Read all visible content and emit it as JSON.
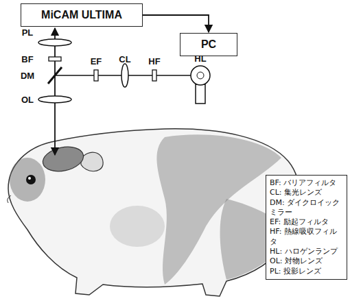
{
  "diagram": {
    "nodes": [
      {
        "text": [
          "MiCAM ULTIMA"
        ]
      },
      {
        "text": [
          "PC"
        ]
      },
      {
        "text": [
          "BF: バリアフィルタ",
          "CL: 集光レンズ",
          "DM: ダイクロイック ミラー",
          "EF: 励起フィルタ",
          "HF: 熱線吸収フィルタ",
          "HL: ハロゲンランプ",
          "OL: 対物レンズ",
          "PL: 投影レンズ"
        ]
      }
    ],
    "edges": [
      {
        "from": 0,
        "to": 1,
        "arrow": "to"
      }
    ],
    "labels": [
      "PL",
      "BF",
      "DM",
      "EF",
      "CL",
      "HF",
      "HL",
      "OL"
    ]
  }
}
